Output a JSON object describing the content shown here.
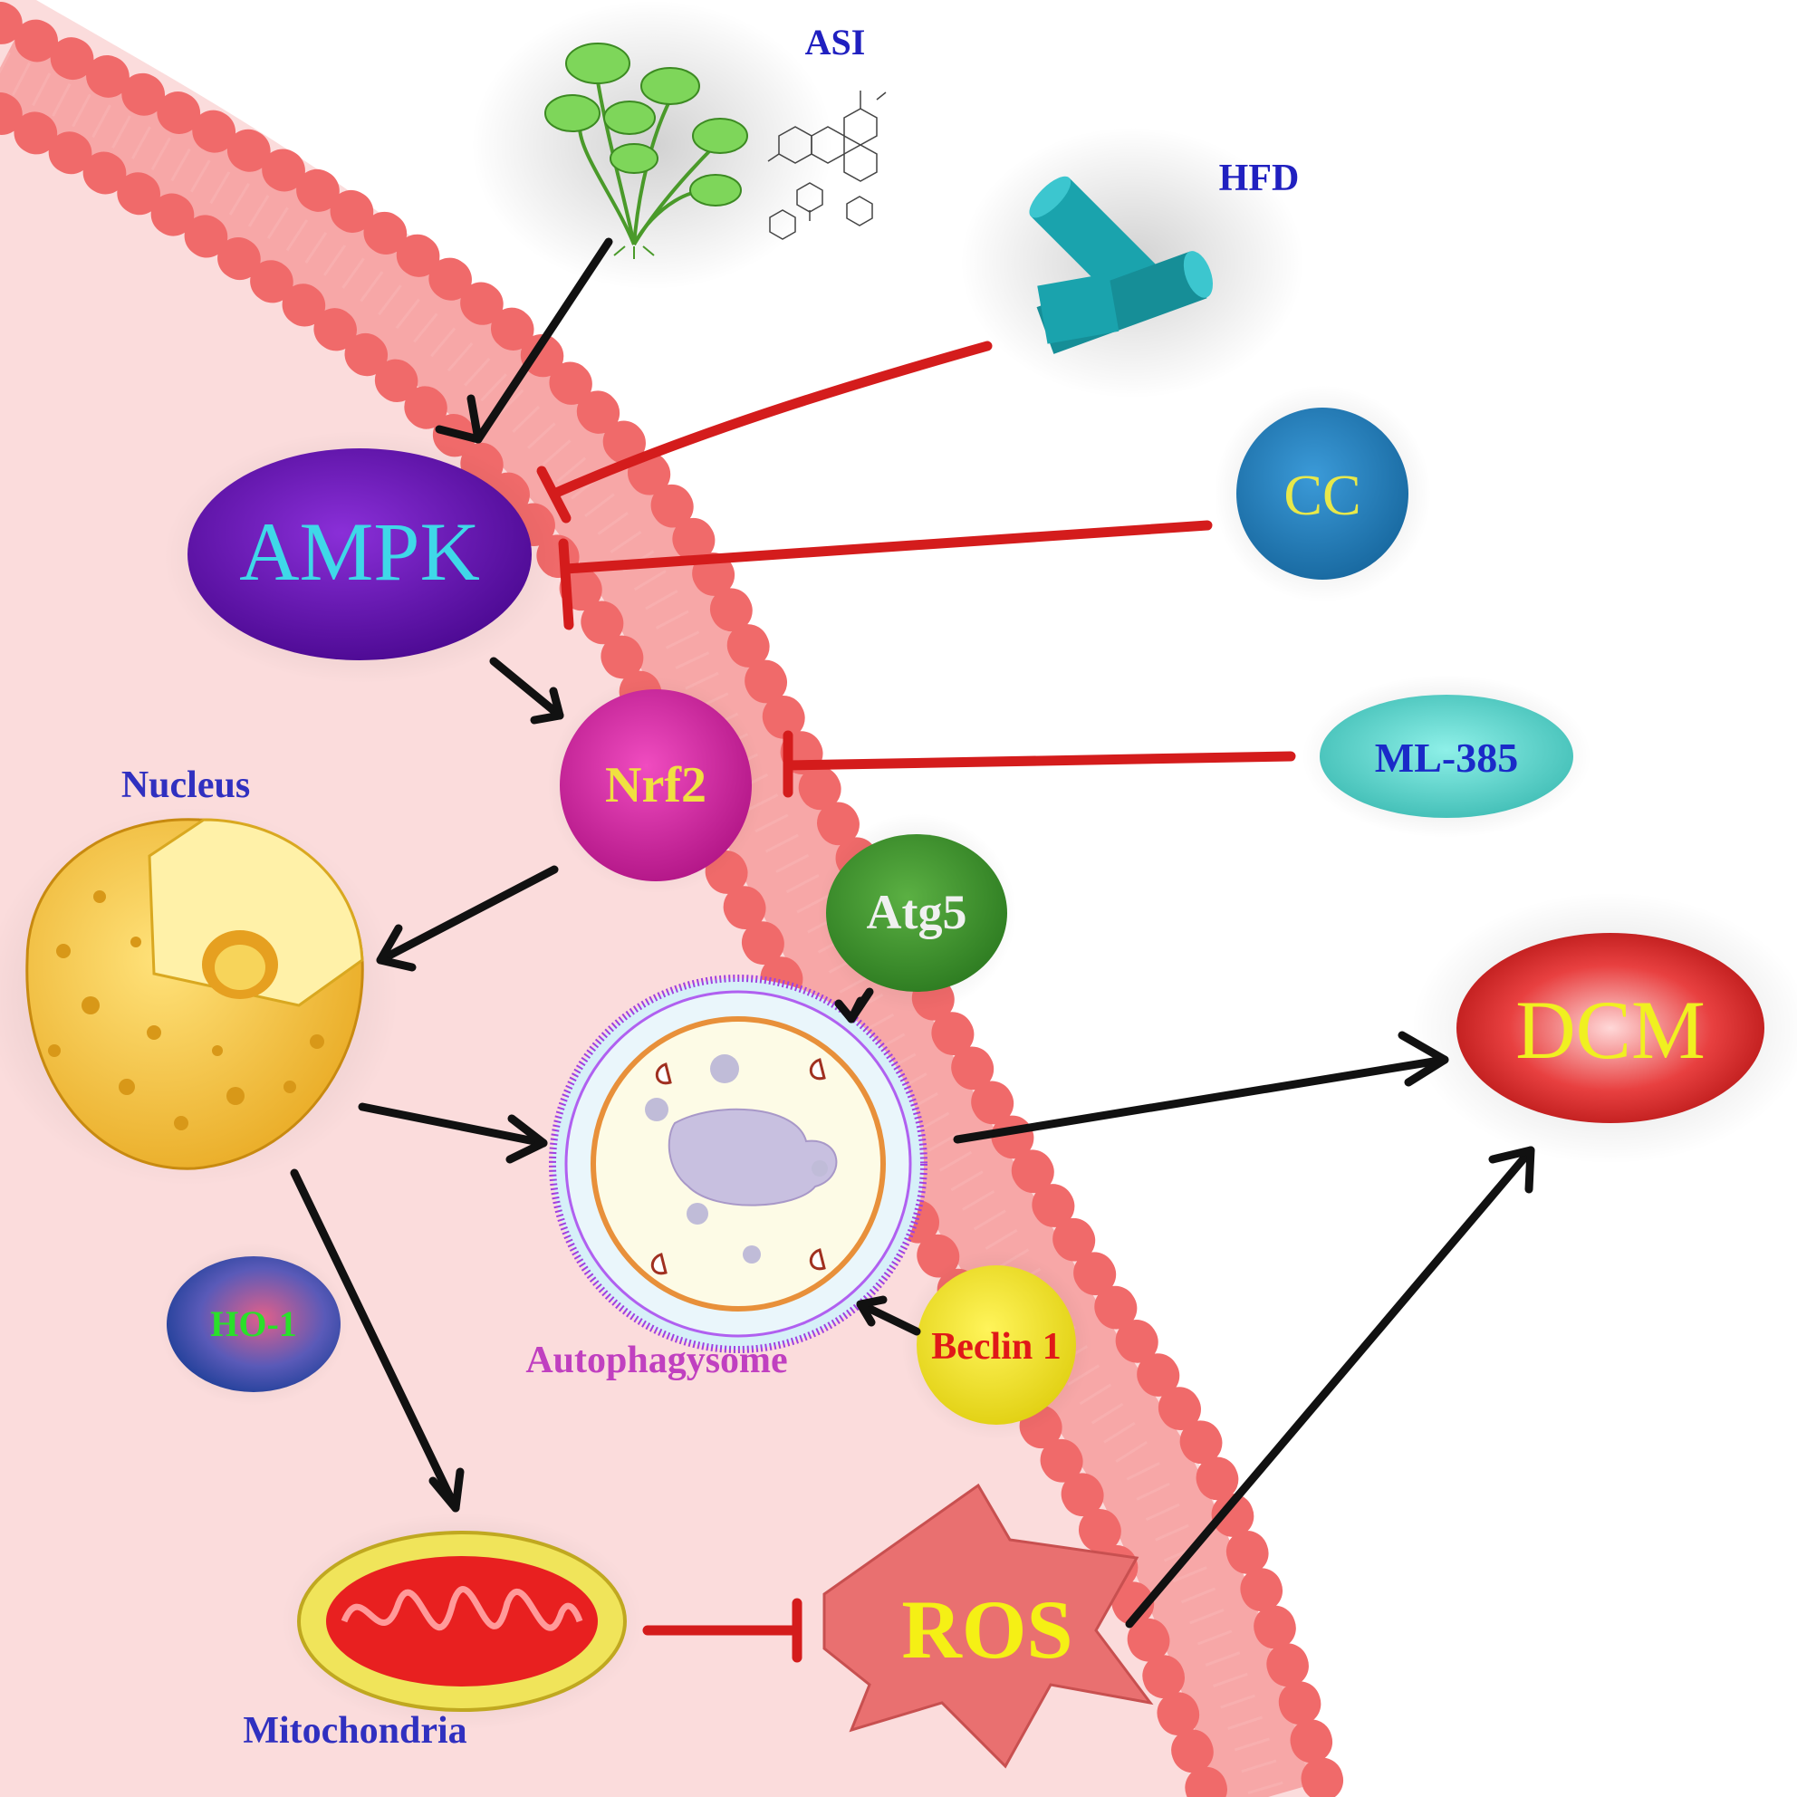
{
  "labels": {
    "asi": "ASI",
    "hfd": "HFD",
    "cc": "CC",
    "ml385": "ML-385",
    "ampk": "AMPK",
    "nrf2": "Nrf2",
    "nucleus": "Nucleus",
    "atg5": "Atg5",
    "autophagysome": "Autophagysome",
    "beclin1": "Beclin 1",
    "ho1": "HO-1",
    "mitochondria": "Mitochondria",
    "ros": "ROS",
    "dcm": "DCM"
  },
  "colors": {
    "membrane": "#f06a6a",
    "cytoplasm": "#fbdcdc",
    "activation_arrow": "#111111",
    "inhibition_arrow": "#d41c1c",
    "ampk": "#6a0fb0",
    "nrf2": "#d41f9a",
    "cc": "#1f7fc0",
    "ml385": "#48c8c0",
    "atg5": "#3a8f2a",
    "beclin1": "#f2e51a",
    "ho1": "#2a4fa8",
    "dcm": "#d41f1f",
    "ros": "#e97070",
    "hfd_cylinder": "#1aa3ad"
  },
  "edges": [
    {
      "from": "ASI",
      "to": "AMPK",
      "type": "activation"
    },
    {
      "from": "HFD",
      "to": "AMPK",
      "type": "inhibition"
    },
    {
      "from": "CC",
      "to": "AMPK",
      "type": "inhibition"
    },
    {
      "from": "AMPK",
      "to": "Nrf2",
      "type": "activation"
    },
    {
      "from": "ML-385",
      "to": "Nrf2",
      "type": "inhibition"
    },
    {
      "from": "Nrf2",
      "to": "Nucleus",
      "type": "activation"
    },
    {
      "from": "Nucleus",
      "to": "Autophagysome",
      "type": "activation"
    },
    {
      "from": "Atg5",
      "to": "Autophagysome",
      "type": "activation"
    },
    {
      "from": "Beclin 1",
      "to": "Autophagysome",
      "type": "activation"
    },
    {
      "from": "Nucleus",
      "to": "Mitochondria",
      "type": "activation"
    },
    {
      "from": "Mitochondria",
      "to": "ROS",
      "type": "inhibition"
    },
    {
      "from": "Autophagysome",
      "to": "DCM",
      "type": "activation"
    },
    {
      "from": "ROS",
      "to": "DCM",
      "type": "activation"
    }
  ]
}
